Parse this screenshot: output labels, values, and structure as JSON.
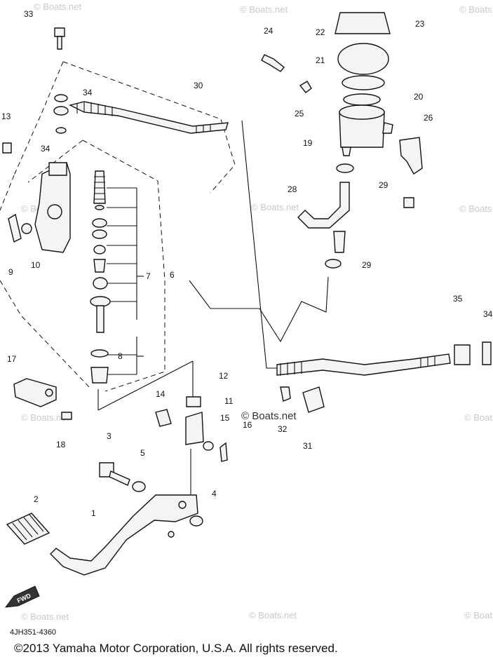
{
  "diagram": {
    "part_labels": [
      "33",
      "24",
      "22",
      "23",
      "21",
      "20",
      "34",
      "30",
      "13",
      "25",
      "26",
      "19",
      "34",
      "29",
      "28",
      "9",
      "10",
      "7",
      "6",
      "29",
      "35",
      "34",
      "17",
      "12",
      "8",
      "14",
      "11",
      "15",
      "16",
      "32",
      "31",
      "18",
      "3",
      "5",
      "2",
      "4",
      "1"
    ],
    "watermark_text": "© Boats.net",
    "fwd_label": "FWD",
    "diagram_code": "4JH351-4360",
    "copyright": "©2013 Yamaha Motor Corporation, U.S.A. All rights reserved."
  }
}
